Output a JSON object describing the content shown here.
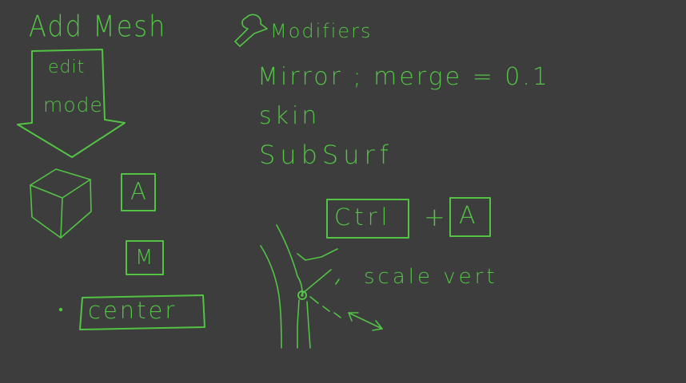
{
  "colors": {
    "background": "#3d3d3d",
    "ink": "#52c345"
  },
  "left": {
    "heading": "Add Mesh",
    "arrow_text_line1": "edit",
    "arrow_text_line2": "mode",
    "key_a": "A",
    "key_m": "M",
    "center_label": "center"
  },
  "right": {
    "heading": "Modifiers",
    "heading_icon": "wrench-icon",
    "items": [
      "Mirror ; merge = 0.1",
      "skin",
      "SubSurf"
    ],
    "shortcut_ctrl": "Ctrl",
    "shortcut_plus": "+",
    "shortcut_a": "A",
    "scale_label": "scale vert"
  }
}
